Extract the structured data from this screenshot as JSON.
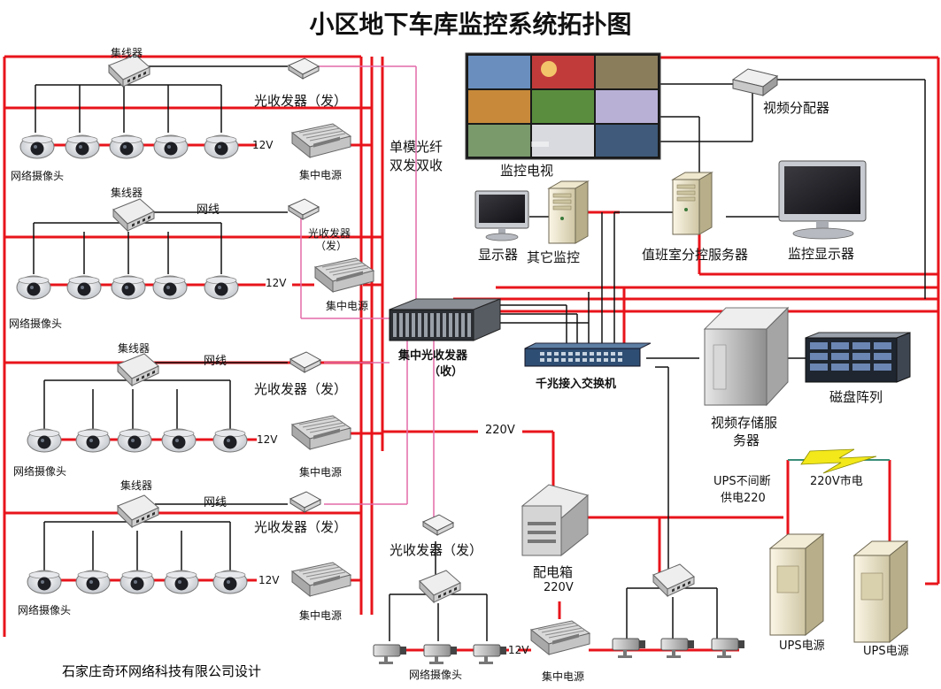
{
  "title": "小区地下车库监控系统拓扑图",
  "credit": "石家庄奇环网络科技有限公司设计",
  "labels": {
    "hub": "集线器",
    "net_cam": "网络摄像头",
    "power": "集中电源",
    "tx": "光收发器（发）",
    "tx_small": "光收发器",
    "tx_small2": "（发）",
    "v12": "12V",
    "v220": "220V",
    "netline": "网线",
    "fiber1": "单模光纤",
    "fiber2": "双发双收",
    "central1": "集中光收发器",
    "central2": "（收）",
    "switch": "千兆接入交换机",
    "tv": "监控电视",
    "splitter": "视频分配器",
    "display": "显示器",
    "other": "其它监控",
    "duty": "值班室分控服务器",
    "mon": "监控显示器",
    "storage1": "视频存储服",
    "storage2": "务器",
    "raid": "磁盘阵列",
    "ups1": "UPS不间断",
    "ups2": "供电220",
    "mains": "220V市电",
    "dist": "配电箱",
    "ups_power": "UPS电源"
  },
  "colors": {
    "power_line": "#e8141b",
    "fiber_line": "#e36aa8",
    "data_line": "#111111"
  }
}
